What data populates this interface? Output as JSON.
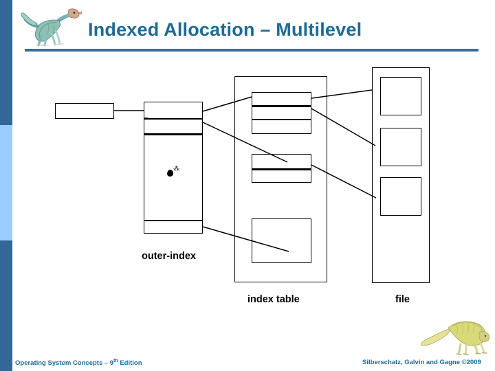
{
  "slide": {
    "title": "Indexed Allocation – Multilevel",
    "title_color": "#1d6b96",
    "rule_color": "#3b6c96",
    "rail_dark_color": "#336699",
    "rail_light_color": "#99ccff",
    "background": "#ffffff"
  },
  "icons": {
    "header_logo": "dinosaur-logo-icon",
    "footer_logo": "dinosaur-footer-icon",
    "ellipsis_marker": "vertical-ellipsis-dot-icon"
  },
  "diagram": {
    "captions": {
      "outer_index": "outer-index",
      "index_table": "index table",
      "file": "file"
    },
    "pointer_block_label": "",
    "outer_index_rows": 3,
    "index_table_blocks": 3,
    "file_blocks": 3
  },
  "footer": {
    "left": "Operating System Concepts – 9",
    "left_sup": "th",
    "left_tail": " Edition",
    "right": "Silberschatz, Galvin and Gagne ©2009"
  }
}
